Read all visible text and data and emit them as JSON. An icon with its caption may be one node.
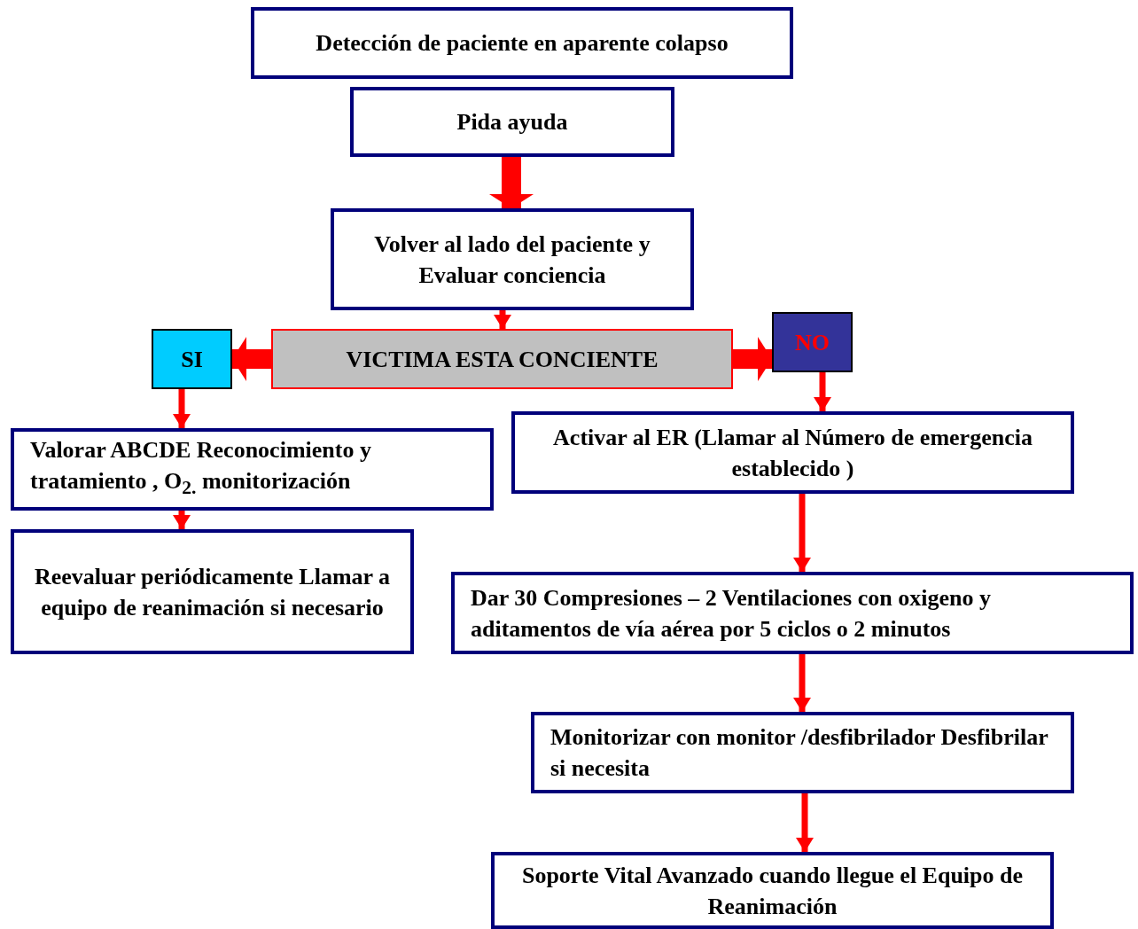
{
  "diagram": {
    "nodes": [
      {
        "text": [
          "Detección de paciente en aparente colapso"
        ]
      },
      {
        "text": [
          "Pida ayuda"
        ]
      },
      {
        "text": [
          "Volver al lado del paciente y Evaluar conciencia"
        ]
      },
      {
        "text": [
          "VICTIMA ESTA CONCIENTE"
        ]
      },
      {
        "text": [
          "SI"
        ]
      },
      {
        "text": [
          "NO"
        ]
      },
      {
        "text": [
          "Valorar ABCDE Reconocimiento y tratamiento , O$_{2.}$ monitorización"
        ]
      },
      {
        "text": [
          "Reevaluar periódicamente Llamar a equipo de reanimación si necesario"
        ]
      },
      {
        "text": [
          "Activar al ER (Llamar al Número de emergencia establecido )"
        ]
      },
      {
        "text": [
          "Dar 30 Compresiones – 2 Ventilaciones con oxigeno y aditamentos de vía aérea por 5 ciclos o 2 minutos"
        ]
      },
      {
        "text": [
          "Monitorizar con monitor /desfibrilador Desfibrilar si necesita"
        ]
      },
      {
        "text": [
          "Soporte Vital Avanzado cuando llegue el Equipo de Reanimación"
        ]
      }
    ],
    "edges": [
      {
        "from": 1,
        "to": 2,
        "arrow": "to",
        "style": "thick"
      },
      {
        "from": 2,
        "to": 3,
        "arrow": "to"
      },
      {
        "from": 3,
        "to": 4,
        "arrow": "to",
        "style": "thick"
      },
      {
        "from": 3,
        "to": 5,
        "arrow": "to",
        "style": "thick"
      },
      {
        "from": 4,
        "to": 6,
        "arrow": "to"
      },
      {
        "from": 6,
        "to": 7,
        "arrow": "to"
      },
      {
        "from": 5,
        "to": 8,
        "arrow": "to"
      },
      {
        "from": 8,
        "to": 9,
        "arrow": "to"
      },
      {
        "from": 9,
        "to": 10,
        "arrow": "to"
      },
      {
        "from": 10,
        "to": 11,
        "arrow": "to"
      }
    ]
  }
}
